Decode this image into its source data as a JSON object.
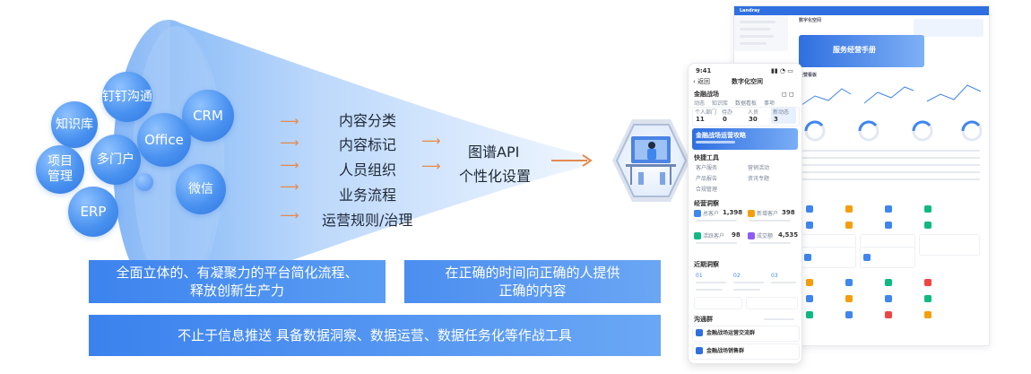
{
  "bubbles": {
    "zhishiku": "知识库",
    "dingding": "钉钉沟通",
    "crm": "CRM",
    "xiangmu_1": "项目",
    "xiangmu_2": "管理",
    "duomenhu": "多门户",
    "office": "Office",
    "weixin": "微信",
    "erp": "ERP"
  },
  "categories": [
    "内容分类",
    "内容标记",
    "人员组织",
    "业务流程",
    "运营规则/治理"
  ],
  "outputs": [
    "图谱API",
    "个性化设置"
  ],
  "banners": {
    "left": "全面立体的、有凝聚力的平台简化流程、\n释放创新生产力",
    "right": "在正确的时间向正确的人提供\n正确的内容",
    "bottom": "不止于信息推送 具备数据洞察、数据运营、数据任务化等作战工具"
  },
  "phone": {
    "time": "9:41",
    "back": "返回",
    "title": "数字化空间",
    "space_name": "金融战场",
    "tabs": [
      "动态",
      "知识库",
      "数据看板",
      "事项"
    ],
    "stats": [
      {
        "label": "个人部门",
        "value": "11"
      },
      {
        "label": "待办",
        "value": "0"
      },
      {
        "label": "人员",
        "value": "30"
      },
      {
        "label": "新动态",
        "value": "3"
      }
    ],
    "banner_title": "金融战场运营攻略",
    "quick_title": "快捷工具",
    "quick_items": [
      "客户服务",
      "营销活动",
      "产品报告",
      "资讯专题",
      "合规管理"
    ],
    "data_title": "经营洞察",
    "data_items": [
      {
        "label": "总客户",
        "value": "1,398"
      },
      {
        "label": "新增客户",
        "value": "398"
      },
      {
        "label": "活跃客户",
        "value": "98"
      },
      {
        "label": "成交额",
        "value": "4,535"
      }
    ],
    "trend_title": "近期洞察",
    "trend_items": [
      "01",
      "02",
      "03"
    ],
    "comm_title": "沟通群",
    "comm_items": [
      "金融战场运营交流群",
      "金融战场销售群"
    ]
  },
  "desktop": {
    "brand": "Landray",
    "banner_title": "服务经营手册",
    "section_a": "数字化空间",
    "section_b": "经营看板"
  },
  "colors": {
    "funnel": "#a9cdf8",
    "banner": "#3f86ee",
    "banner_light": "#5c9bf1",
    "arrow": "#e58a4e",
    "hex_center": "#2f6fe0"
  }
}
